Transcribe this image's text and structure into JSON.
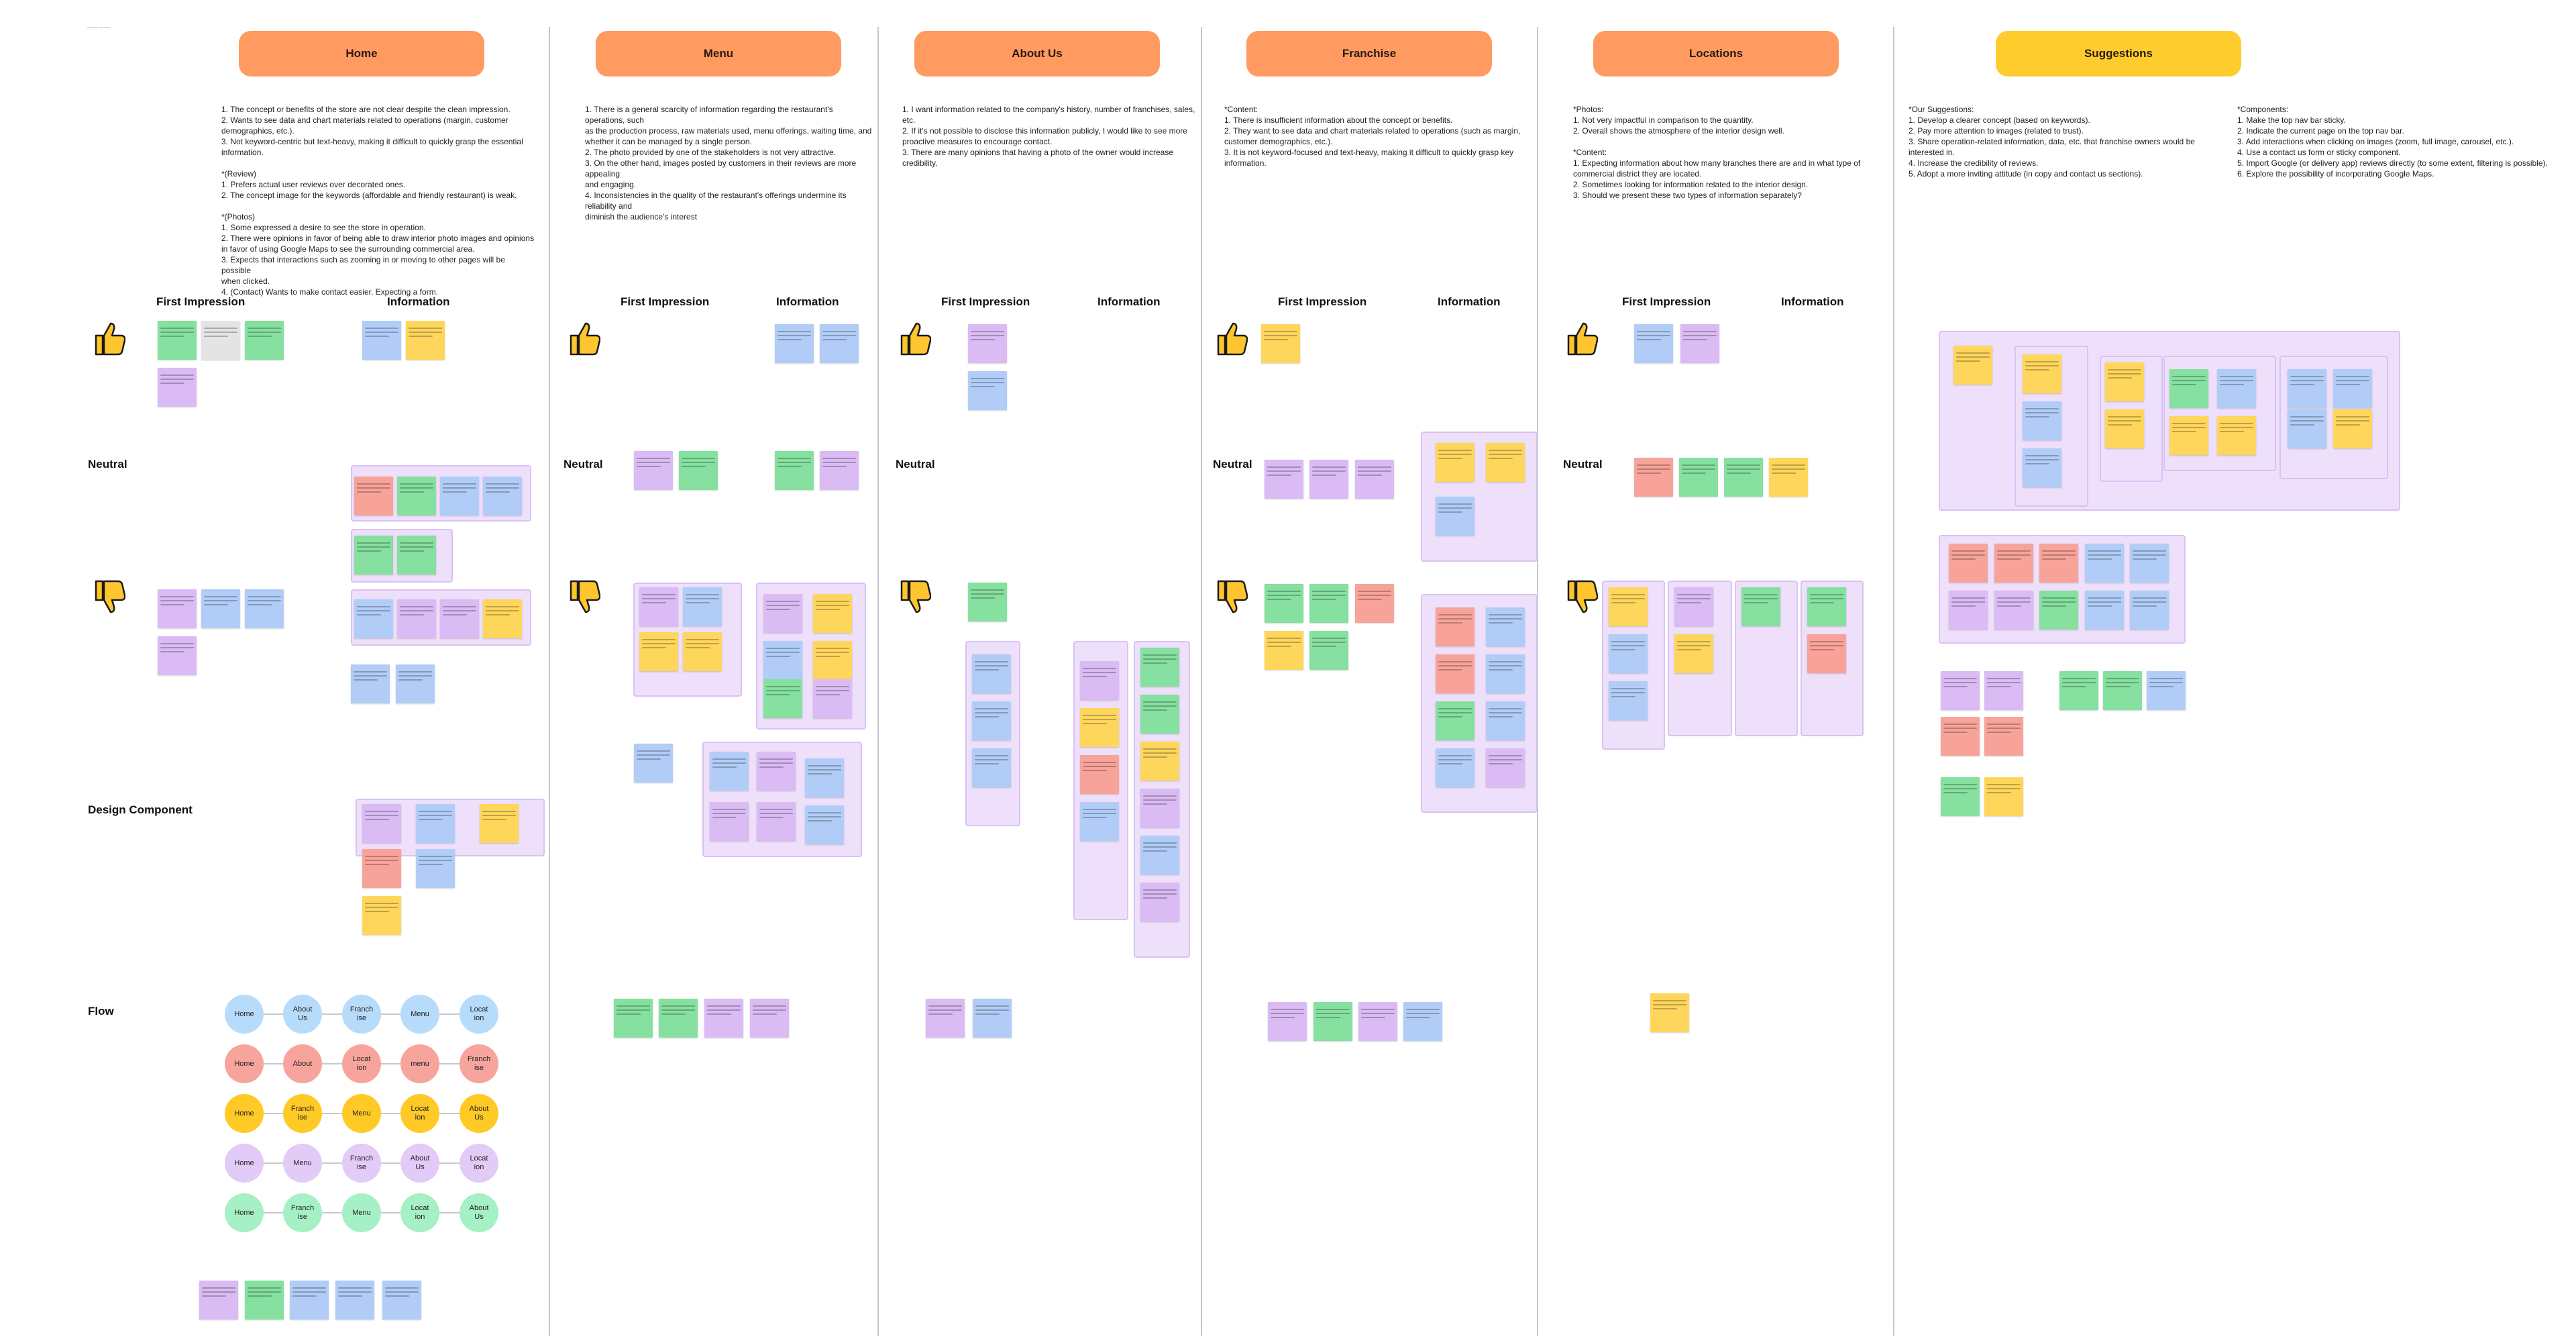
{
  "canvas_tag": "—— ——",
  "sections": {
    "home": "Home",
    "menu": "Menu",
    "about": "About Us",
    "franchise": "Franchise",
    "locations": "Locations",
    "suggestions": "Suggestions"
  },
  "column_headers": {
    "first": "First Impression",
    "info": "Information"
  },
  "rows": {
    "neutral": "Neutral",
    "design": "Design Component",
    "flow": "Flow"
  },
  "notes": {
    "home": "1. The concept or benefits of the store are not clear despite the clean impression.\n2. Wants to see data and chart materials related to operations (margin, customer\n    demographics, etc.).\n3. Not keyword-centric but text-heavy, making it difficult to quickly grasp the essential\n    information.\n\n*(Review)\n1. Prefers actual user reviews over decorated ones.\n2. The concept image for the keywords (affordable and friendly restaurant) is weak.\n\n*(Photos)\n1. Some expressed a desire to see the store in operation.\n2. There were opinions in favor of being able to draw interior photo images and opinions\n    in favor of using Google Maps to see the surrounding commercial area.\n3. Expects that interactions such as zooming in or moving to other pages will be possible\n    when clicked.\n4. (Contact) Wants to make contact easier. Expecting a form.",
    "menu": "1. There is a general scarcity of information regarding the restaurant's operations, such\n    as the production process, raw materials used, menu offerings, waiting time, and\n    whether it can be managed by a single person.\n2. The photo provided by one of the stakeholders is not very attractive.\n3. On the other hand, images posted by customers in their reviews are more appealing\n    and engaging.\n4. Inconsistencies in the quality of the restaurant's offerings undermine its reliability and\n    diminish the audience's interest",
    "about": "1. I want information related to the company's history, number of franchises, sales, etc.\n2. If it's not possible to disclose this information publicly, I would like to see more\n    proactive measures to encourage contact.\n3. There are many opinions that having a photo of the owner would increase credibility.",
    "franchise": "*Content:\n1. There is insufficient information about the concept or benefits.\n2. They want to see data and chart materials related to operations (such as margin,\n    customer demographics, etc.).\n3. It is not keyword-focused and text-heavy, making it difficult to quickly grasp key\n    information.",
    "locations": "*Photos:\n1. Not very impactful in comparison to the quantity.\n2. Overall shows the atmosphere of the interior design well.\n\n*Content:\n1. Expecting information about how many branches there are and in what type of\n    commercial district they are located.\n2. Sometimes looking for information related to the interior design.\n3. Should we present these two types of information separately?",
    "suggestions": "*Our Suggestions:\n1. Develop a clearer concept (based on keywords).\n2. Pay more attention to images (related to trust).\n3. Share operation-related information, data, etc. that franchise owners would be interested in.\n4. Increase the credibility of reviews.\n5. Adopt a more inviting attitude (in copy and contact us sections).",
    "components": "*Components:\n1. Make the top nav bar sticky.\n2. Indicate the current page on the top nav bar.\n3. Add interactions when clicking on images (zoom, full image, carousel, etc.).\n4. Use a contact us form or sticky component.\n5. Import Google (or delivery app) reviews directly (to some extent, filtering is possible).\n6. Explore the possibility of incorporating Google Maps."
  },
  "flow_rows": [
    {
      "color": "blue",
      "steps": [
        "Home",
        "About\nUs",
        "Franch\nise",
        "Menu",
        "Locat\nion"
      ]
    },
    {
      "color": "red",
      "steps": [
        "Home",
        "About",
        "Locat\nion",
        "menu",
        "Franch\nise"
      ]
    },
    {
      "color": "yellow",
      "steps": [
        "Home",
        "Franch\nise",
        "Menu",
        "Locat\nion",
        "About\nUs"
      ]
    },
    {
      "color": "purple",
      "steps": [
        "Home",
        "Menu",
        "Franch\nise",
        "About\nUs",
        "Locat\nion"
      ]
    },
    {
      "color": "green",
      "steps": [
        "Home",
        "Franch\nise",
        "Menu",
        "Locat\nion",
        "About\nUs"
      ]
    }
  ],
  "icons": {
    "thumbs_up": "thumbs-up-icon",
    "thumbs_down": "thumbs-down-icon"
  },
  "colors": {
    "header": "#ff9a60",
    "header_suggestions": "#ffcc2e",
    "sticky_green": "#86e0a0",
    "sticky_blue": "#b1cdf7",
    "sticky_purple": "#dabbf4",
    "sticky_yellow": "#ffd65c",
    "sticky_red": "#f8a39a",
    "group_bg": "#eee0fb"
  }
}
